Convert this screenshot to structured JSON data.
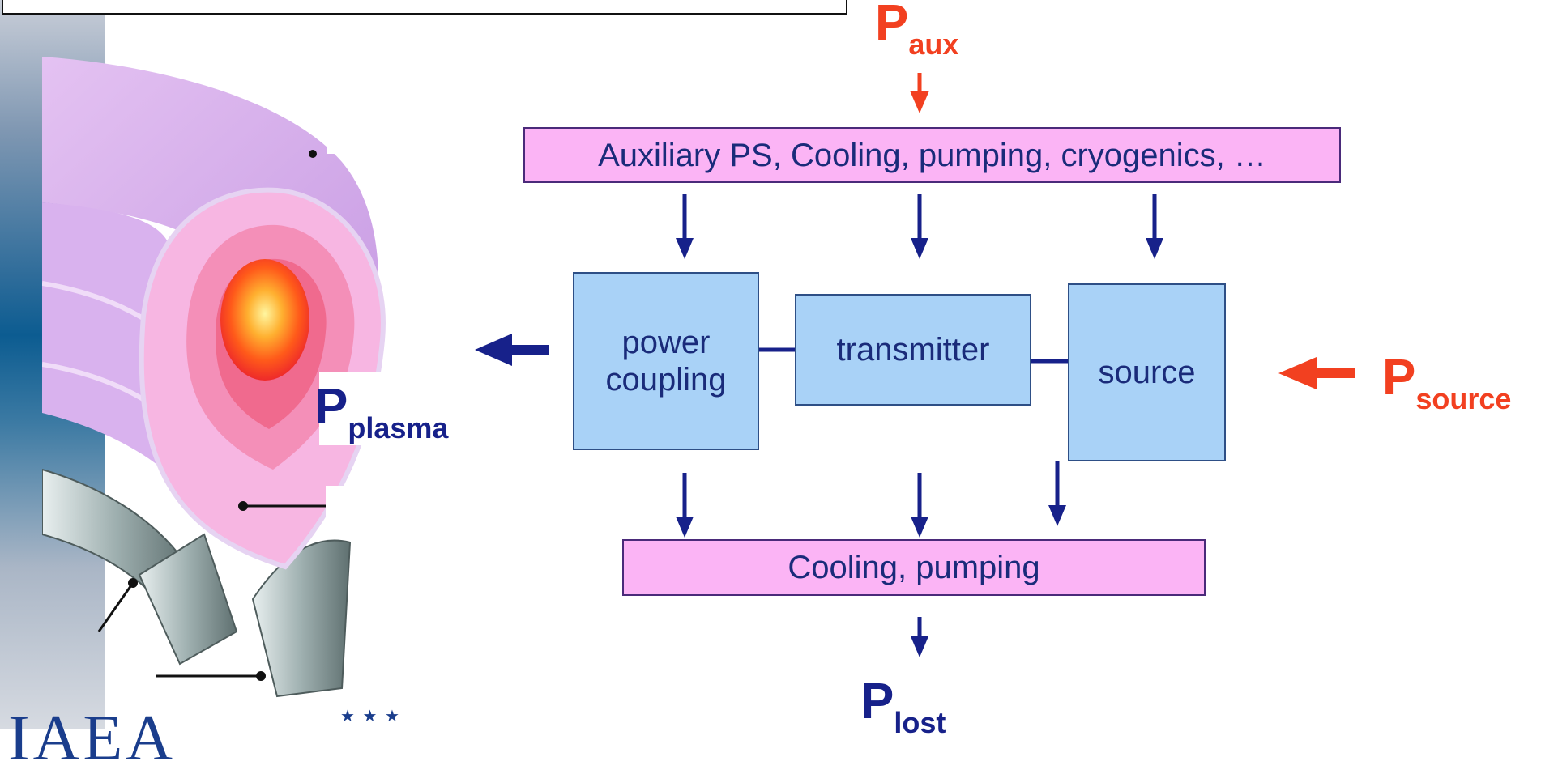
{
  "diagram": {
    "aux_box_label": "Auxiliary PS, Cooling, pumping, cryogenics, …",
    "coupling_label": "power coupling",
    "transmitter_label": "transmitter",
    "source_label": "source",
    "cooling_box_label": "Cooling, pumping",
    "p_aux": {
      "main": "P",
      "sub": "aux"
    },
    "p_source": {
      "main": "P",
      "sub": "source"
    },
    "p_lost": {
      "main": "P",
      "sub": "lost"
    },
    "p_plasma": {
      "main": "P",
      "sub": "plasma"
    }
  },
  "colors": {
    "red_accent": "#f24020",
    "navy": "#17218a",
    "pink_box": "#fbb4f5",
    "blue_box": "#a9d2f7"
  },
  "logo": {
    "stars": "★ ★ ★"
  }
}
